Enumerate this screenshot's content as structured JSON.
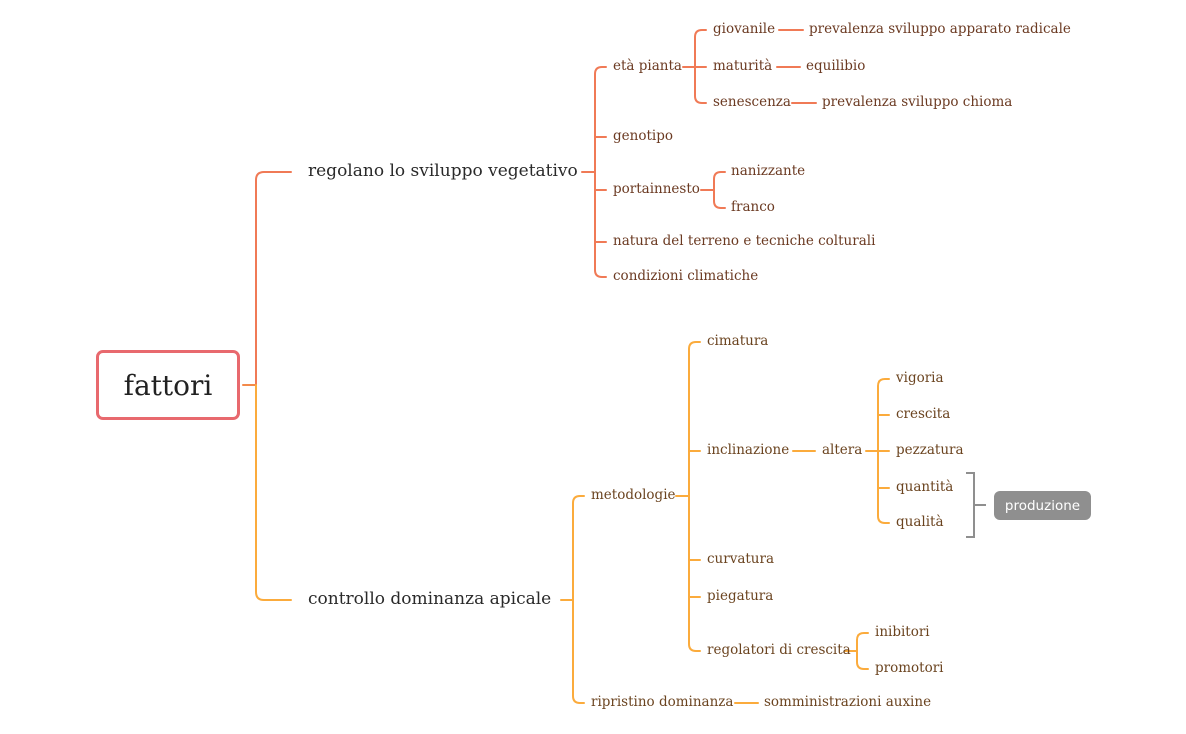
{
  "colors": {
    "root_border": "#e8696e",
    "branch_top": "#f07a56",
    "branch_bottom": "#fbab3c",
    "summary": "#8f8f8f"
  },
  "root": {
    "label": "fattori"
  },
  "branch1": {
    "label": "regolano lo sviluppo vegetativo",
    "eta": {
      "label": "età pianta",
      "giovanile": {
        "label": "giovanile",
        "detail": "prevalenza sviluppo apparato radicale"
      },
      "maturita": {
        "label": "maturità",
        "detail": "equilibio"
      },
      "senescenza": {
        "label": "senescenza",
        "detail": "prevalenza sviluppo chioma"
      }
    },
    "genotipo": "genotipo",
    "portainnesto": {
      "label": "portainnesto",
      "nanizzante": "nanizzante",
      "franco": "franco"
    },
    "natura": "natura del terreno e tecniche colturali",
    "condizioni": "condizioni climatiche"
  },
  "branch2": {
    "label": "controllo dominanza apicale",
    "metodologie": {
      "label": "metodologie",
      "cimatura": "cimatura",
      "inclinazione": {
        "label": "inclinazione",
        "altera": {
          "label": "altera",
          "vigoria": "vigoria",
          "crescita": "crescita",
          "pezzatura": "pezzatura",
          "quantita": "quantità",
          "qualita": "qualità"
        }
      },
      "curvatura": "curvatura",
      "piegatura": "piegatura",
      "regolatori": {
        "label": "regolatori di crescita",
        "inibitori": "inibitori",
        "promotori": "promotori"
      }
    },
    "ripristino": {
      "label": "ripristino dominanza",
      "detail": "somministrazioni auxine"
    }
  },
  "summary": {
    "label": "produzione"
  }
}
